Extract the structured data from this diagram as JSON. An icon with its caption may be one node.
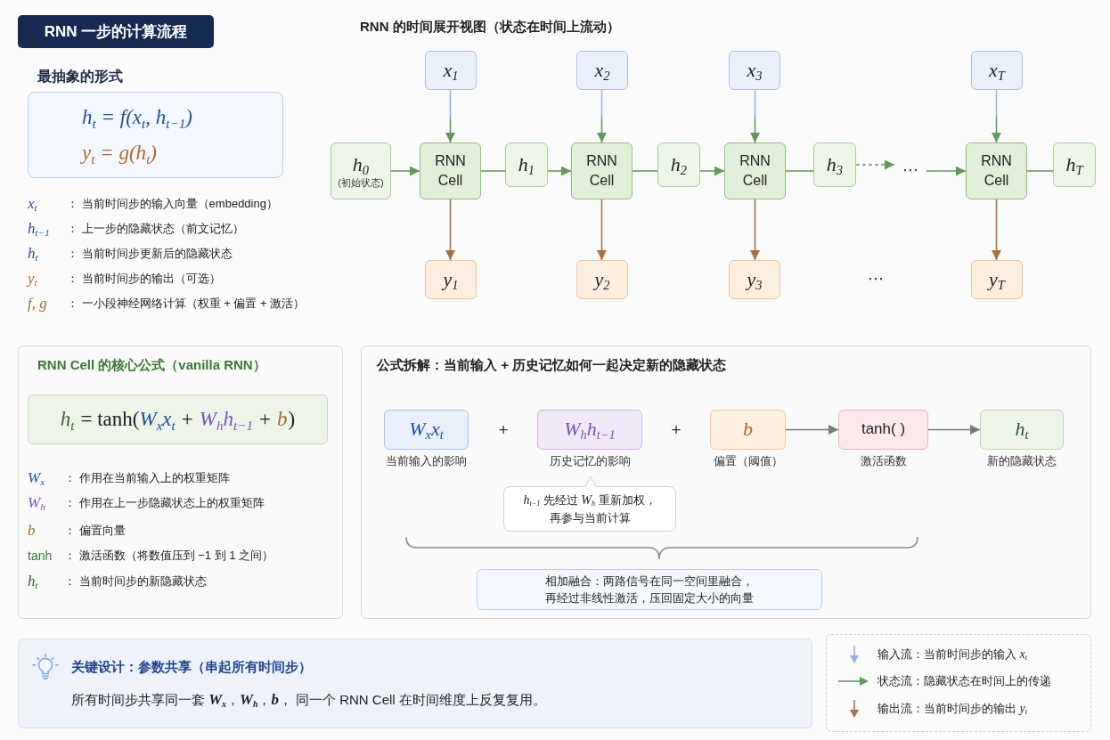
{
  "diagram": {
    "title": "RNN 一步的计算流程",
    "nodes": [
      {
        "text": [
          "h$_{t}$ = f(x$_{t}$, h$_{t−1}$)",
          "y$_{t}$ = g(h$_{t}$)"
        ]
      },
      {
        "text": [
          "x$_{1}$"
        ]
      },
      {
        "text": [
          "x$_{2}$"
        ]
      },
      {
        "text": [
          "x$_{3}$"
        ]
      },
      {
        "text": [
          "x$_{T}$"
        ]
      },
      {
        "text": [
          "h$_{0}$",
          "(初始状态)"
        ]
      },
      {
        "text": [
          "RNN Cell"
        ]
      },
      {
        "text": [
          "h$_{1}$"
        ]
      },
      {
        "text": [
          "RNN Cell"
        ]
      },
      {
        "text": [
          "h$_{2}$"
        ]
      },
      {
        "text": [
          "RNN Cell"
        ]
      },
      {
        "text": [
          "h$_{3}$"
        ]
      },
      {
        "text": [
          "⋯"
        ]
      },
      {
        "text": [
          "RNN Cell"
        ]
      },
      {
        "text": [
          "h$_{T}$"
        ]
      },
      {
        "text": [
          "y$_{1}$"
        ]
      },
      {
        "text": [
          "y$_{2}$"
        ]
      },
      {
        "text": [
          "y$_{3}$"
        ]
      },
      {
        "text": [
          "y$_{T}$"
        ]
      },
      {
        "text": [
          "RNN Cell 的核心公式（vanilla RNN）"
        ]
      },
      {
        "text": [
          "h$_{t}$",
          "= tanh(",
          "W$_{x}$x$_{t}$",
          "+",
          "W$_{h}$h$_{t−1}$",
          "+",
          "b",
          ")"
        ],
        "in": 19
      },
      {
        "text": [
          "公式拆解：当前输入 + 历史记忆如何一起决定新的隐藏状态"
        ]
      },
      {
        "text": [
          "W$_{x}$x$_{t}$"
        ],
        "in": 21,
        "beside": [
          "当前输入的影响"
        ]
      },
      {
        "text": [
          "W$_{h}$h$_{t−1}$"
        ],
        "in": 21,
        "beside": [
          "历史记忆的影响"
        ]
      },
      {
        "text": [
          "b"
        ],
        "in": 21,
        "beside": [
          "偏置（阈值）"
        ]
      },
      {
        "text": [
          "tanh( )"
        ],
        "in": 21,
        "beside": [
          "激活函数"
        ]
      },
      {
        "text": [
          "h$_{t}$"
        ],
        "in": 21,
        "beside": [
          "新的隐藏状态"
        ]
      },
      {
        "text": [
          "*h*$_{t−1}$ 先经过 *W*$_{h}$ 重新加权，再参与当前计算"
        ],
        "in": 21
      },
      {
        "text": [
          "相加融合：两路信号在同一空间里融合，再经过非线性激活，压回固定大小的向量"
        ],
        "in": 21
      },
      {
        "text": [
          "关键设计：参数共享（串起所有时间步）",
          "所有时间步共享同一套 *W*$_{x}$，*W*$_{h}$，*b*， 同一个 RNN Cell 在时间维度上反复复用。"
        ]
      }
    ],
    "edges": [
      {
        "from": 1,
        "to": 6,
        "arrow": "to",
        "color": "#9bb5e3"
      },
      {
        "from": 2,
        "to": 8,
        "arrow": "to",
        "color": "#9bb5e3"
      },
      {
        "from": 3,
        "to": 10,
        "arrow": "to",
        "color": "#9bb5e3"
      },
      {
        "from": 4,
        "to": 13,
        "arrow": "to",
        "color": "#9bb5e3"
      },
      {
        "from": 5,
        "to": 6,
        "arrow": "to"
      },
      {
        "from": 6,
        "to": 7,
        "arrow": "none"
      },
      {
        "from": 7,
        "to": 8,
        "arrow": "to"
      },
      {
        "from": 8,
        "to": 9,
        "arrow": "none"
      },
      {
        "from": 9,
        "to": 10,
        "arrow": "to"
      },
      {
        "from": 10,
        "to": 11,
        "arrow": "none"
      },
      {
        "from": 11,
        "to": 12,
        "arrow": "to",
        "style": "dashed"
      },
      {
        "from": 12,
        "to": 13,
        "arrow": "to"
      },
      {
        "from": 13,
        "to": 14,
        "arrow": "none"
      },
      {
        "from": 6,
        "to": 15,
        "arrow": "to",
        "color": "#a8703d"
      },
      {
        "from": 8,
        "to": 16,
        "arrow": "to",
        "color": "#a8703d"
      },
      {
        "from": 10,
        "to": 17,
        "arrow": "to",
        "color": "#a8703d"
      },
      {
        "from": 13,
        "to": 18,
        "arrow": "to",
        "color": "#a8703d"
      },
      {
        "from": 24,
        "to": 25,
        "arrow": "to",
        "color": "#7a7a7a"
      },
      {
        "from": 25,
        "to": 26,
        "arrow": "to",
        "color": "#7a7a7a"
      }
    ],
    "labels": [
      "最抽象的形式",
      "x$_{t}$",
      "： 当前时间步的输入向量（embedding）",
      "h$_{t−1}$",
      "： 上一步的隐藏状态（前文记忆）",
      "h$_{t}$",
      "： 当前时间步更新后的隐藏状态",
      "y$_{t}$",
      "： 当前时间步的输出（可选）",
      "f, g",
      "： 一小段神经网络计算（权重 + 偏置 + 激活）",
      "RNN 的时间展开视图（状态在时间上流动）",
      "⋯",
      "W$_{x}$",
      "： 作用在当前输入上的权重矩阵",
      "W$_{h}$",
      "： 作用在上一步隐藏状态上的权重矩阵",
      "b",
      "： 偏置向量",
      "tanh",
      "： 激活函数（将数值压到 −1 到 1 之间）",
      "h$_{t}$",
      "： 当前时间步的新隐藏状态",
      "+",
      "+"
    ],
    "legend": [
      {
        "text": "输入流：当前时间步的输入 *x*$_{t}$"
      },
      {
        "text": "状态流：隐藏状态在时间上的传递"
      },
      {
        "text": "输出流：当前时间步的输出 *y*$_{t}$"
      }
    ]
  }
}
